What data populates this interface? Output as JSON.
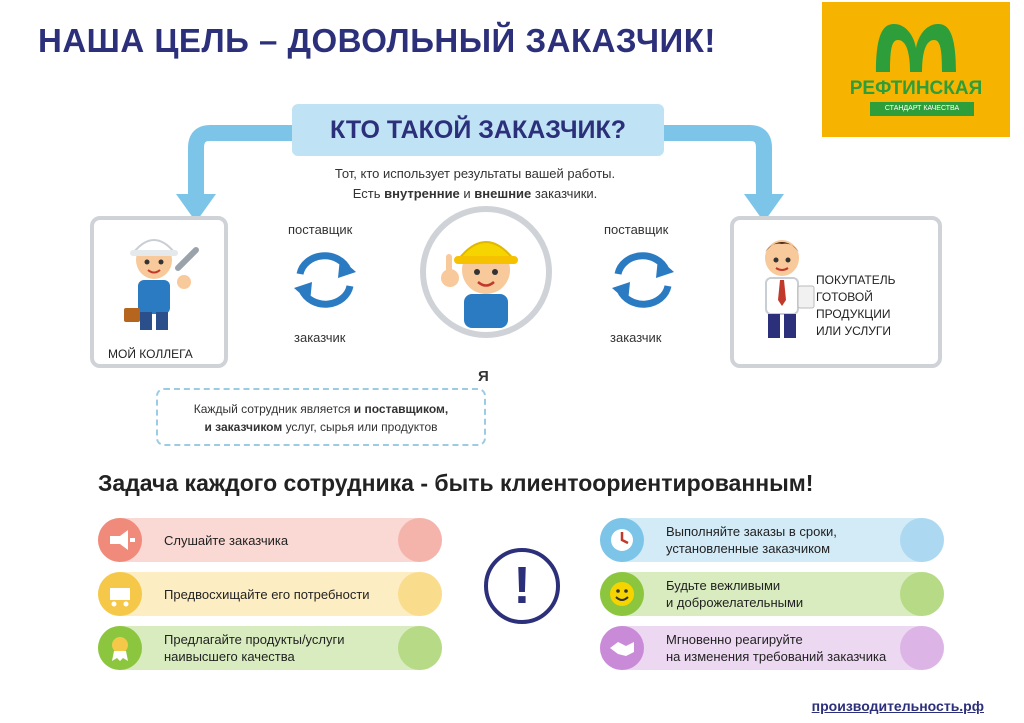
{
  "title": "НАША ЦЕЛЬ – ДОВОЛЬНЫЙ ЗАКАЗЧИК!",
  "logo": {
    "name": "РЕФТИНСКАЯ",
    "subtitle": "СТАНДАРТ КАЧЕСТВА",
    "color": "#f6b400"
  },
  "question": "КТО ТАКОЙ ЗАКАЗЧИК?",
  "explanation": {
    "line1": "Тот, кто использует результаты вашей работы.",
    "line2_pre": "Есть ",
    "line2_b1": "внутренние",
    "line2_mid": " и ",
    "line2_b2": "внешние",
    "line2_post": " заказчики."
  },
  "left_roles": {
    "top": "поставщик",
    "bottom": "заказчик"
  },
  "right_roles": {
    "top": "поставщик",
    "bottom": "заказчик"
  },
  "colleague_label": "МОЙ КОЛЛЕГА",
  "me_label": "Я",
  "buyer_label": {
    "line1": "ПОКУПАТЕЛЬ",
    "line2": "ГОТОВОЙ",
    "line3": "ПРОДУКЦИИ",
    "line4": "ИЛИ УСЛУГИ"
  },
  "note": {
    "l1_pre": "Каждый сотрудник является ",
    "l1_b": "и поставщиком,",
    "l2_b": "и заказчиком",
    "l2_post": " услуг, сырья или продуктов"
  },
  "task": "Задача каждого сотрудника - быть клиентоориентированным!",
  "rules_left": [
    {
      "line1": "Слушайте заказчика",
      "line2": "",
      "color": "#f08a7a",
      "icon": "megaphone-icon"
    },
    {
      "line1": "Предвосхищайте его потребности",
      "line2": "",
      "color": "#f6c84a",
      "icon": "cart-icon"
    },
    {
      "line1": "Предлагайте продукты/услуги",
      "line2": "наивысшего качества",
      "color": "#8cc63f",
      "icon": "award-icon"
    }
  ],
  "rules_right": [
    {
      "line1": "Выполняйте заказы в сроки,",
      "line2": "установленные заказчиком",
      "color": "#7cc4e8",
      "icon": "clock-icon"
    },
    {
      "line1": "Будьте вежливыми",
      "line2": "и доброжелательными",
      "color": "#8cc63f",
      "icon": "smiley-icon"
    },
    {
      "line1": "Мгновенно реагируйте",
      "line2": "на изменения требований заказчика",
      "color": "#c98ad8",
      "icon": "handshake-icon"
    }
  ],
  "exclamation": "!",
  "footer": "производительность.рф"
}
